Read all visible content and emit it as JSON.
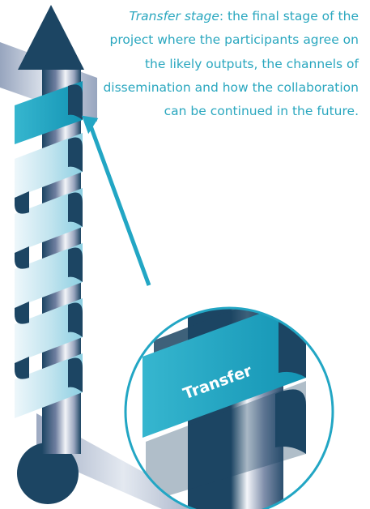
{
  "caption": {
    "stage_name": "Transfer stage",
    "separator": ": ",
    "description": "the final stage of the project where the participants agree on the likely outputs, the channels of dissemination and how the collaboration can be continued in the future."
  },
  "zoom_label": "Transfer",
  "colors": {
    "navy": "#1c4563",
    "teal": "#1aa5c4",
    "light_band": "#bfe3ee",
    "arrow_teal": "#22a6c4"
  }
}
